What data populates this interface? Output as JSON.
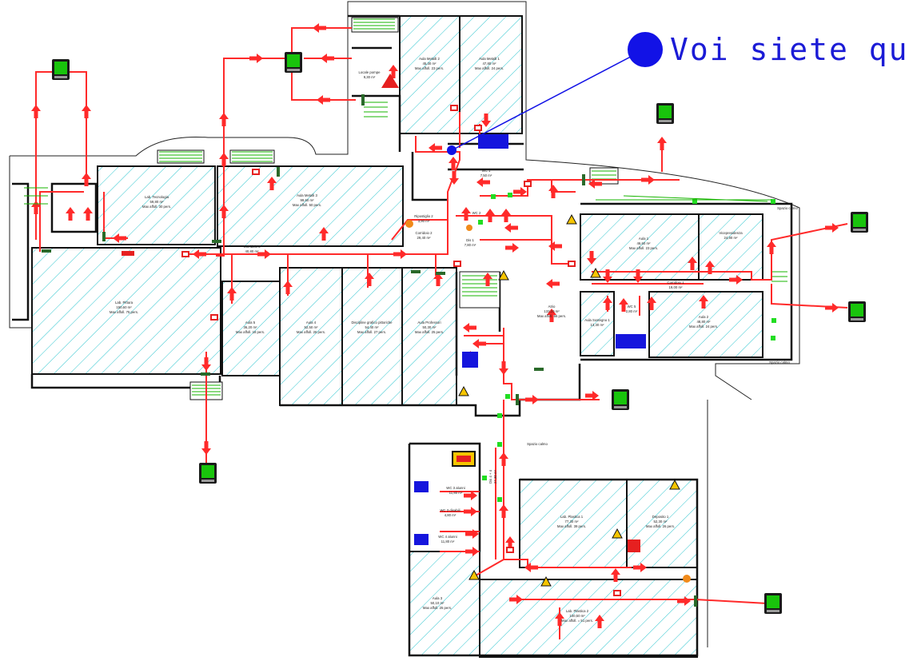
{
  "legend": {
    "you_are_here": "Voi siete qui"
  },
  "colors": {
    "wall": "#111111",
    "hatch": "#2fc6cf",
    "route": "#ff2a2a",
    "assembly": "#17b400",
    "marker": "#1212e6",
    "green_light": "#22dd22",
    "orange": "#f08a1a"
  },
  "rooms": {
    "lab_tecnologia": [
      "Lab. Tecnologia",
      "59,80 m²",
      "Max affoll. 30 pers."
    ],
    "aula_metalli_3": [
      "Aula Metalli 3",
      "99,60 m²",
      "Max affoll. 50 pers."
    ],
    "aula_metalli_2": [
      "Aula Metalli 2",
      "45,30 m²",
      "Max affoll. 23 pers."
    ],
    "aula_metalli_1": [
      "Aula Metalli 1",
      "47,80 m²",
      "Max affoll. 24 pers."
    ],
    "locale_pompe": [
      "Locale pompe",
      "9,30 m²"
    ],
    "lab_pittura": [
      "Lab. Pittura",
      "150,60 m²",
      "Max affoll. 75 pers."
    ],
    "corridoio_3": [
      "Corridoio 3",
      "40,80 m²"
    ],
    "corridoio_2": [
      "Corridoio 2",
      "29,40 m²"
    ],
    "ripostiglio_2": [
      "Ripostiglio 2",
      "3,90 m²"
    ],
    "aula_5": [
      "Aula 5",
      "36,20 m²",
      "Max affoll. 18 pers."
    ],
    "aula_4": [
      "Aula 4",
      "52,50 m²",
      "Max affoll. 26 pers."
    ],
    "discipline_grafico": [
      "Discipline grafico pittoriche",
      "54,40 m²",
      "Max affoll. 27 pers."
    ],
    "aula_professori": [
      "Aula Professori",
      "50,30 m²",
      "Max affoll. 25 pers."
    ],
    "atrio": [
      "Atrio",
      "133,10 m²",
      "Max affoll. 66 pers."
    ],
    "aula_1": [
      "Aula 1",
      "46,60 m²",
      "Max affoll. 23 pers."
    ],
    "vicepresidenza": [
      "Vicepresidenza",
      "24,80 m²"
    ],
    "corridoio_1": [
      "Corridoio 1",
      "19,00 m²"
    ],
    "aula_2": [
      "Aula 2",
      "48,80 m²",
      "Max affoll. 24 pers."
    ],
    "aula_sostegno": [
      "Aula Sostegno 1",
      "13,30 m²"
    ],
    "wc_5": [
      "WC 5",
      "2,80 m²"
    ],
    "wc_1": [
      "WC 1",
      "7,50 m²"
    ],
    "wc_2": [
      "WC 2"
    ],
    "wc_3_alunni": [
      "WC 3 alunni",
      "11,80 m²"
    ],
    "wc_3_disabili": [
      "WC 3 disabili",
      "4,80 m²"
    ],
    "wc_4_alunni": [
      "WC 4 alunni",
      "11,80 m²"
    ],
    "lab_plastica_1": [
      "Lab. Plastica 1",
      "77,30 m²",
      "Max affoll. 39 pers."
    ],
    "deposito_1": [
      "Deposito 1",
      "52,30 m²",
      "Max affoll. 26 pers."
    ],
    "aula_3": [
      "Aula 3",
      "50,10 m²",
      "Max affoll. 25 pers."
    ],
    "lab_plastica_2": [
      "Lab. Plastica 2",
      "100,50 m²",
      "Max affoll. = 51 pers."
    ],
    "dis_4": [
      "Dis 4 + 4",
      "27,30 m²"
    ],
    "dis_1": [
      "Dis 1",
      "7,80 m²"
    ],
    "spazio_calmo": "Spazio calmo"
  }
}
